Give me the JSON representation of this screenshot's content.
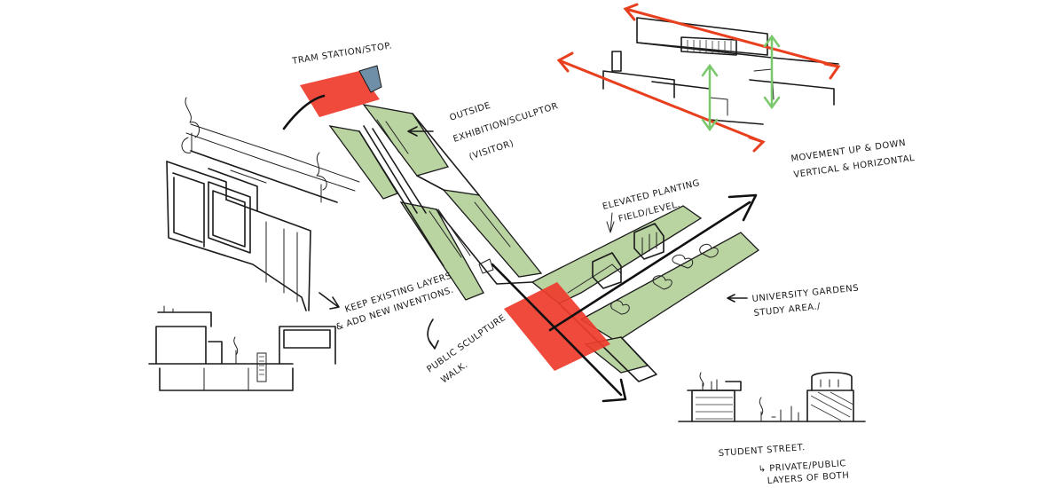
{
  "annotations": {
    "tram_station": "TRAM STATION/STOP.",
    "outside_exhibition_l1": "OUTSIDE",
    "outside_exhibition_l2": "EXHIBITION/SCULPTOR",
    "outside_exhibition_l3": "(VISITOR)",
    "movement_l1": "MOVEMENT UP & DOWN",
    "movement_l2": "VERTICAL & HORIZONTAL",
    "elevated_l1": "ELEVATED PLANTING",
    "elevated_l2": "FIELD/LEVEL.",
    "keep_existing_l1": "KEEP EXISTING LAYERS",
    "keep_existing_l2": "& ADD NEW INVENTIONS.",
    "university_gardens_l1": "UNIVERSITY GARDENS",
    "university_gardens_l2": "STUDY AREA./",
    "public_sculpture_l1": "PUBLIC SCULPTURE",
    "public_sculpture_l2": "WALK.",
    "student_street_l1": "STUDENT STREET.",
    "student_street_l2": "↳ PRIVATE/PUBLIC",
    "student_street_l3": "LAYERS OF BOTH"
  },
  "colors": {
    "ink": "#1a1a1a",
    "green_zone": "#b9d3a1",
    "red_zone": "#ef3b2c",
    "red_arrow": "#e8401f",
    "green_arrow": "#7bc86c",
    "blue_block": "#6f8fa8"
  }
}
